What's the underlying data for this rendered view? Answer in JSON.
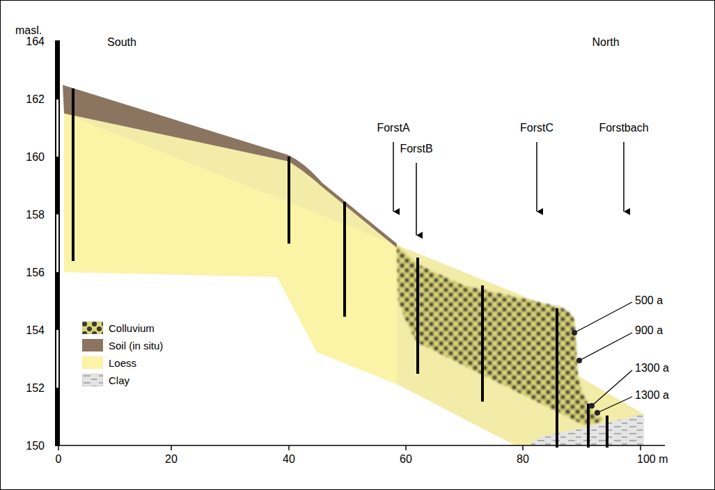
{
  "diagram": {
    "labels": [
      "masl.",
      "164",
      "162",
      "160",
      "158",
      "156",
      "154",
      "152",
      "150",
      "0",
      "20",
      "40",
      "60",
      "80",
      "100 m",
      "South",
      "North",
      "ForstA",
      "ForstB",
      "ForstC",
      "Forstbach",
      "500 a",
      "900 a",
      "1300 a",
      "1300 a"
    ],
    "legend": [
      {
        "text": "Colluvium"
      },
      {
        "text": "Soil (in situ)",
        "color": "#8b7560"
      },
      {
        "text": "Loess",
        "color": "#fbf3a6"
      },
      {
        "text": "Clay"
      }
    ]
  }
}
